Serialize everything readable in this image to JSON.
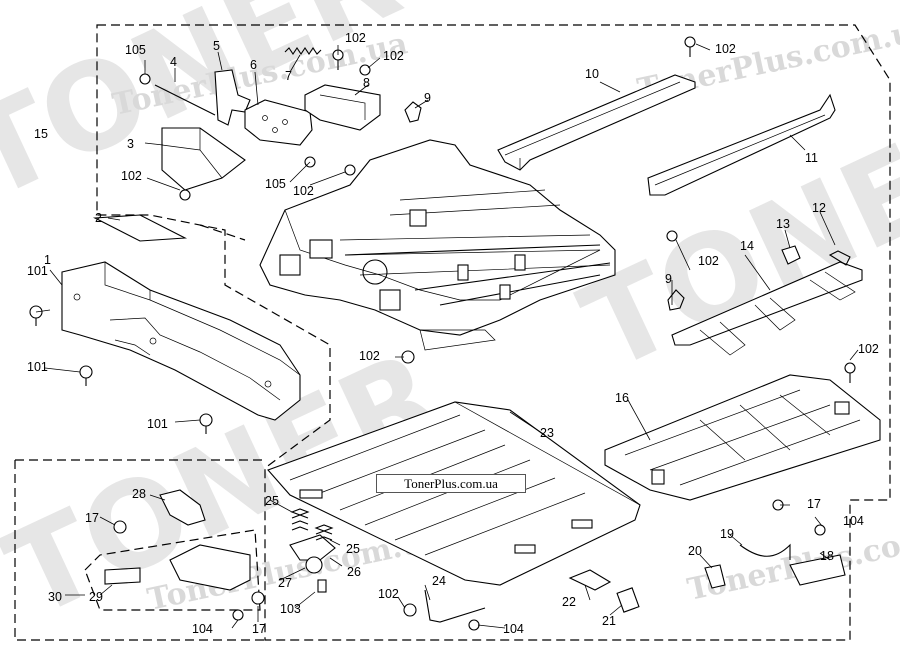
{
  "watermark": {
    "brand": "TonerPlus.com.ua",
    "big_word": "TONER"
  },
  "site_label": "TonerPlus.com.ua",
  "callouts": {
    "c1": "1",
    "c2": "2",
    "c3": "3",
    "c4": "4",
    "c5": "5",
    "c6": "6",
    "c7": "7",
    "c8": "8",
    "c9a": "9",
    "c9b": "9",
    "c10": "10",
    "c11": "11",
    "c12": "12",
    "c13": "13",
    "c14": "14",
    "c15": "15",
    "c16": "16",
    "c17a": "17",
    "c17b": "17",
    "c17c": "17",
    "c18": "18",
    "c19": "19",
    "c20": "20",
    "c21": "21",
    "c22": "22",
    "c23": "23",
    "c24": "24",
    "c25a": "25",
    "c25b": "25",
    "c26": "26",
    "c27": "27",
    "c28": "28",
    "c29": "29",
    "c30": "30",
    "c101a": "101",
    "c101b": "101",
    "c101c": "101",
    "c102a": "102",
    "c102b": "102",
    "c102c": "102",
    "c102d": "102",
    "c102e": "102",
    "c102f": "102",
    "c102g": "102",
    "c102h": "102",
    "c103": "103",
    "c104a": "104",
    "c104b": "104",
    "c104c": "104",
    "c105a": "105",
    "c105b": "105"
  }
}
